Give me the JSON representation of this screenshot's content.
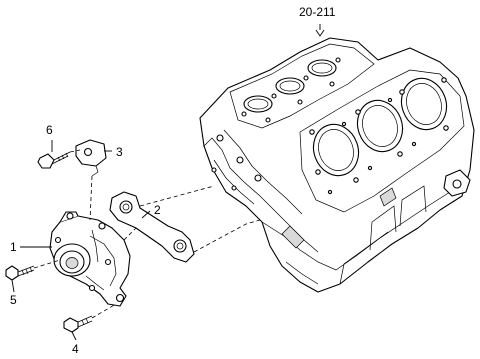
{
  "callouts": {
    "ref": "20-211",
    "c1": "1",
    "c2": "2",
    "c3": "3",
    "c4": "4",
    "c5": "5",
    "c6": "6"
  },
  "colors": {
    "ink": "#000000",
    "paper": "#ffffff",
    "shade": "#d9d9d9"
  }
}
